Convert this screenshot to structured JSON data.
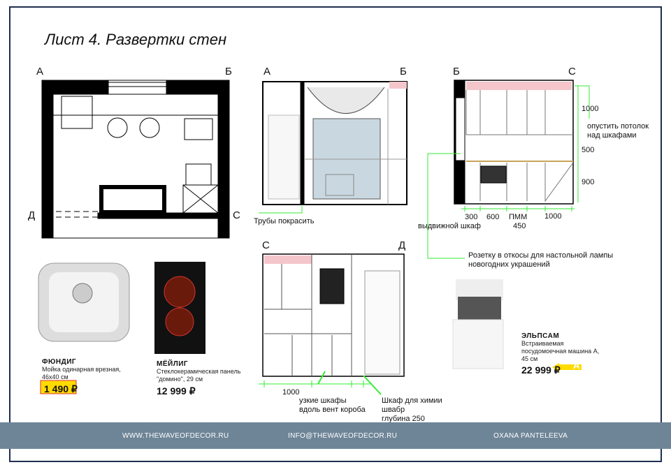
{
  "title": "Лист 4. Развертки стен",
  "plan": {
    "labels": [
      "А",
      "Б",
      "Д",
      "С"
    ]
  },
  "wall_ab": {
    "left": "А",
    "right": "Б",
    "note": "Трубы покрасить"
  },
  "wall_bc": {
    "left": "Б",
    "right": "С",
    "dims_v": [
      "1000",
      "500",
      "900"
    ],
    "dims_h": [
      "300",
      "600",
      "ПММ",
      "450",
      "1000"
    ],
    "note_ceiling": [
      "опустить потолок",
      "над шкафами"
    ],
    "note_drawer": "выдвижной шкаф",
    "note_socket": [
      "Розетку в откосы для настольной лампы",
      "новогодних украшений"
    ]
  },
  "wall_cd": {
    "left": "С",
    "right": "Д",
    "dim": "1000",
    "note_narrow": [
      "узкие шкафы",
      "вдоль вент короба"
    ],
    "note_chem": [
      "Шкаф для химии",
      "швабр",
      "глубина 250"
    ]
  },
  "products": [
    {
      "name": "ФЮНДИГ",
      "desc": [
        "Мойка одинарная врезная,",
        "46x40 см"
      ],
      "price": "1 490 ₽"
    },
    {
      "name": "МЁЙЛИГ",
      "desc": [
        "Стеклокерамическая панель",
        "\"домино\", 29 см"
      ],
      "price": "12 999 ₽"
    },
    {
      "name": "ЭЛЬПСАМ",
      "desc": [
        "Встраиваемая",
        "посудомоечная машина А,",
        "45 см"
      ],
      "price": "22 999 ₽",
      "energy": "A"
    }
  ],
  "footer": {
    "site": "WWW.THEWAVEOFDECOR.RU",
    "email": "INFO@THEWAVEOFDECOR.RU",
    "author": "OXANA PANTELEEVA"
  },
  "colors": {
    "frame": "#1f2f4f",
    "footer": "#6e8597",
    "guide": "#33ee33",
    "pink": "#f4c6cc",
    "price_yellow": "#ffdb00"
  }
}
